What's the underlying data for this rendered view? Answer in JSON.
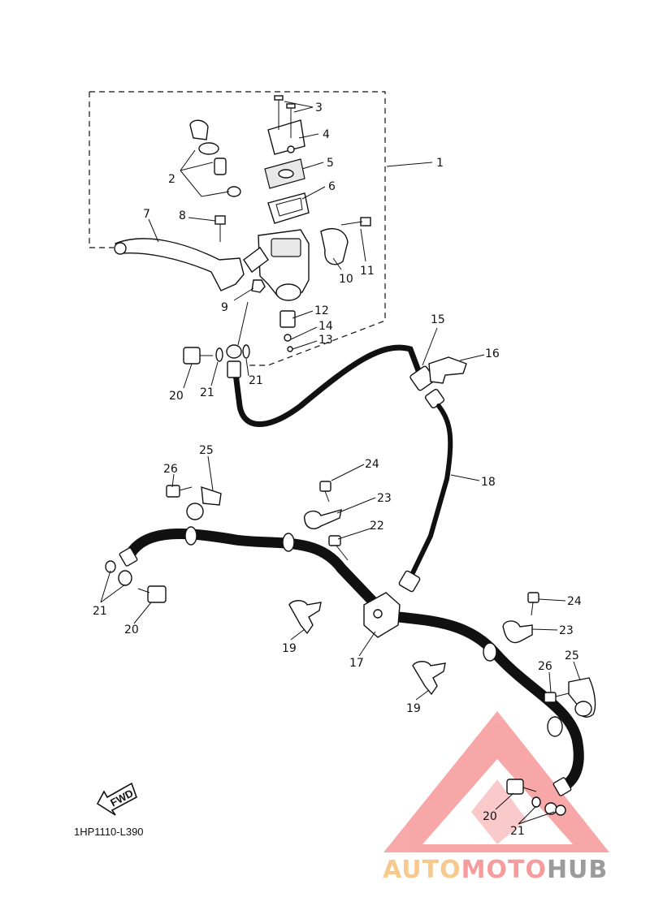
{
  "diagram": {
    "code": "1HP1110-L390",
    "fwd_label": "FWD",
    "callouts": [
      "1",
      "2",
      "3",
      "4",
      "5",
      "6",
      "7",
      "8",
      "9",
      "10",
      "11",
      "12",
      "13",
      "14",
      "15",
      "16",
      "17",
      "18",
      "19",
      "19",
      "20",
      "20",
      "20",
      "21",
      "21",
      "21",
      "21",
      "22",
      "23",
      "23",
      "24",
      "24",
      "25",
      "25",
      "26",
      "26"
    ]
  },
  "watermark": {
    "part1": "AUTO",
    "part2": "MOTO",
    "part3": "HUB",
    "colors": {
      "auto": "#f7c07a",
      "moto": "#f58b8b",
      "hub": "#8a8a8a",
      "triangle": "#f26060"
    }
  }
}
